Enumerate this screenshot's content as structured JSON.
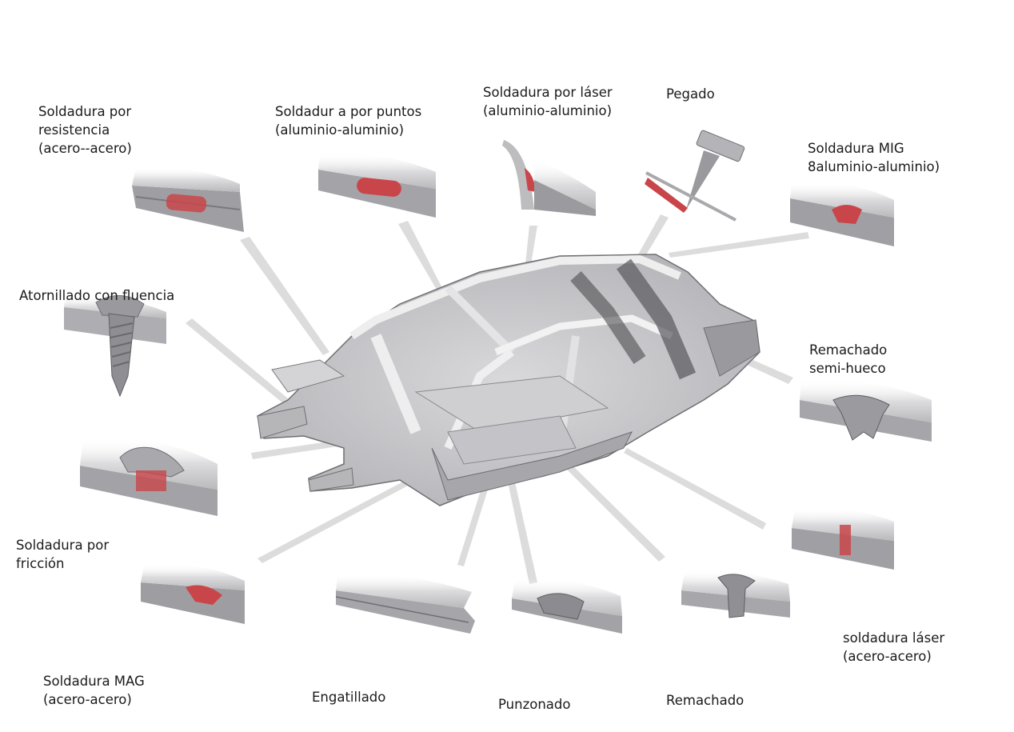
{
  "labels": {
    "resistencia": [
      "Soldadura por",
      "resistencia",
      "(acero--acero)"
    ],
    "puntos": [
      "Soldadur a por puntos",
      "(aluminio-aluminio)"
    ],
    "laser_al": [
      "Soldadura por láser",
      "(aluminio-aluminio)"
    ],
    "pegado": [
      "Pegado"
    ],
    "mig": [
      "Soldadura MIG",
      "8aluminio-aluminio)"
    ],
    "atornillado": [
      "Atornillado con fluencia"
    ],
    "remachado_semi": [
      "Remachado",
      "semi-hueco"
    ],
    "friccion": [
      "Soldadura por",
      "fricción"
    ],
    "mag": [
      "Soldadura MAG",
      "(acero-acero)"
    ],
    "engatillado": [
      "Engatillado"
    ],
    "punzonado": [
      "Punzonado"
    ],
    "remachado": [
      "Remachado"
    ],
    "laser_acero": [
      "soldadura láser",
      "(acero-acero)"
    ]
  },
  "colors": {
    "weld": "#c8454a",
    "metal_light": "#e6e6e8",
    "metal_dark": "#8e8e92",
    "pointer": "#d8d8d8"
  }
}
